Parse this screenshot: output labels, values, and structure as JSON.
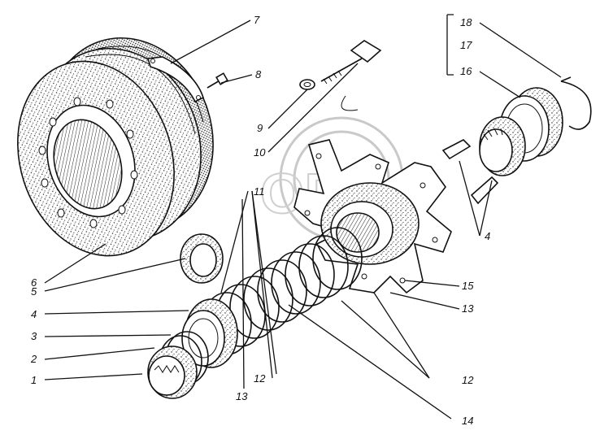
{
  "labels": {
    "l1": "1",
    "l2": "2",
    "l3": "3",
    "l4a": "4",
    "l4b": "4",
    "l5": "5",
    "l6": "6",
    "l7": "7",
    "l8": "8",
    "l9": "9",
    "l10": "10",
    "l11": "11",
    "l12a": "12",
    "l12b": "12",
    "l13a": "13",
    "l13b": "13",
    "l14": "14",
    "l15": "15",
    "l16": "16",
    "l17": "17",
    "l18": "18"
  },
  "watermark": "ОРС"
}
